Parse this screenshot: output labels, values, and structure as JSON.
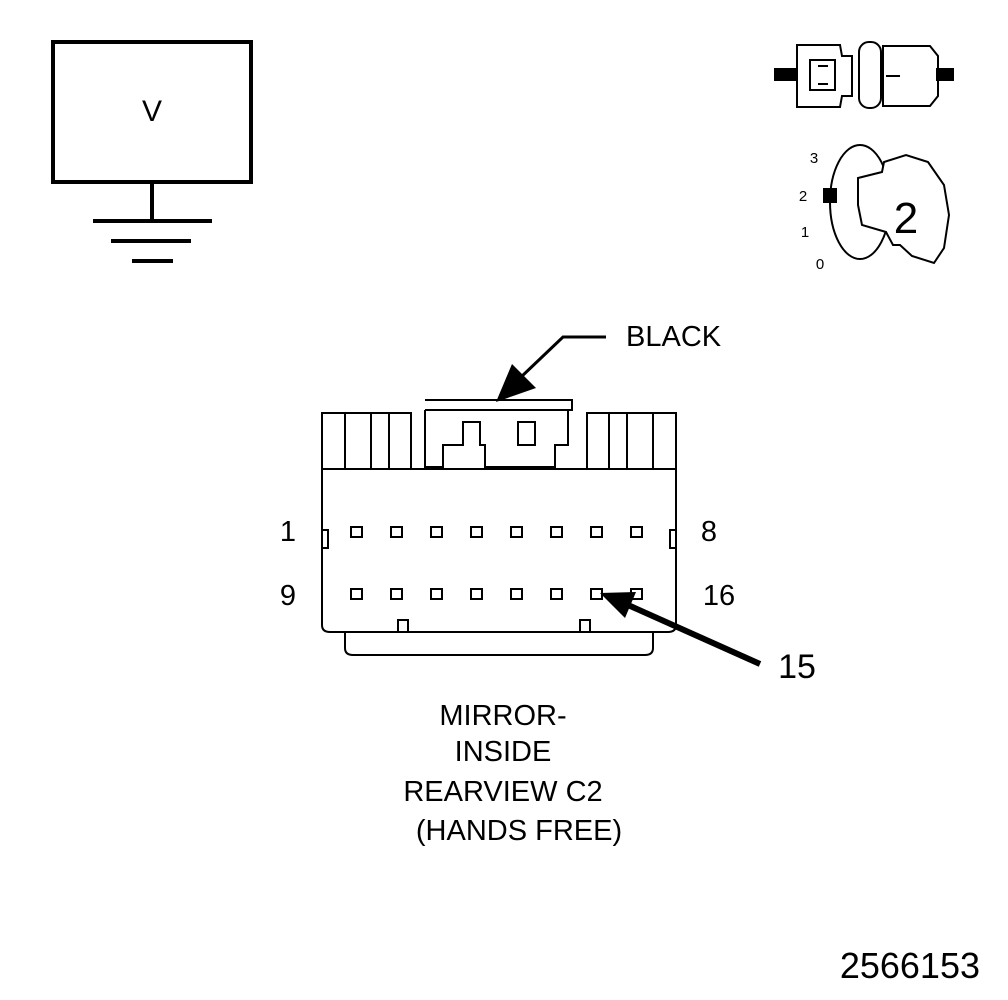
{
  "meter": {
    "symbol": "V"
  },
  "ignition": {
    "positions": [
      "3",
      "2",
      "1",
      "0"
    ],
    "key_position": "2"
  },
  "connector": {
    "color_label": "BLACK",
    "pin_first_top": "1",
    "pin_last_top": "8",
    "pin_first_bottom": "9",
    "pin_last_bottom": "16",
    "callout_pin": "15",
    "name_lines": [
      "MIRROR-",
      "INSIDE",
      "REARVIEW C2",
      "(HANDS FREE)"
    ]
  },
  "figure_id": "2566153"
}
